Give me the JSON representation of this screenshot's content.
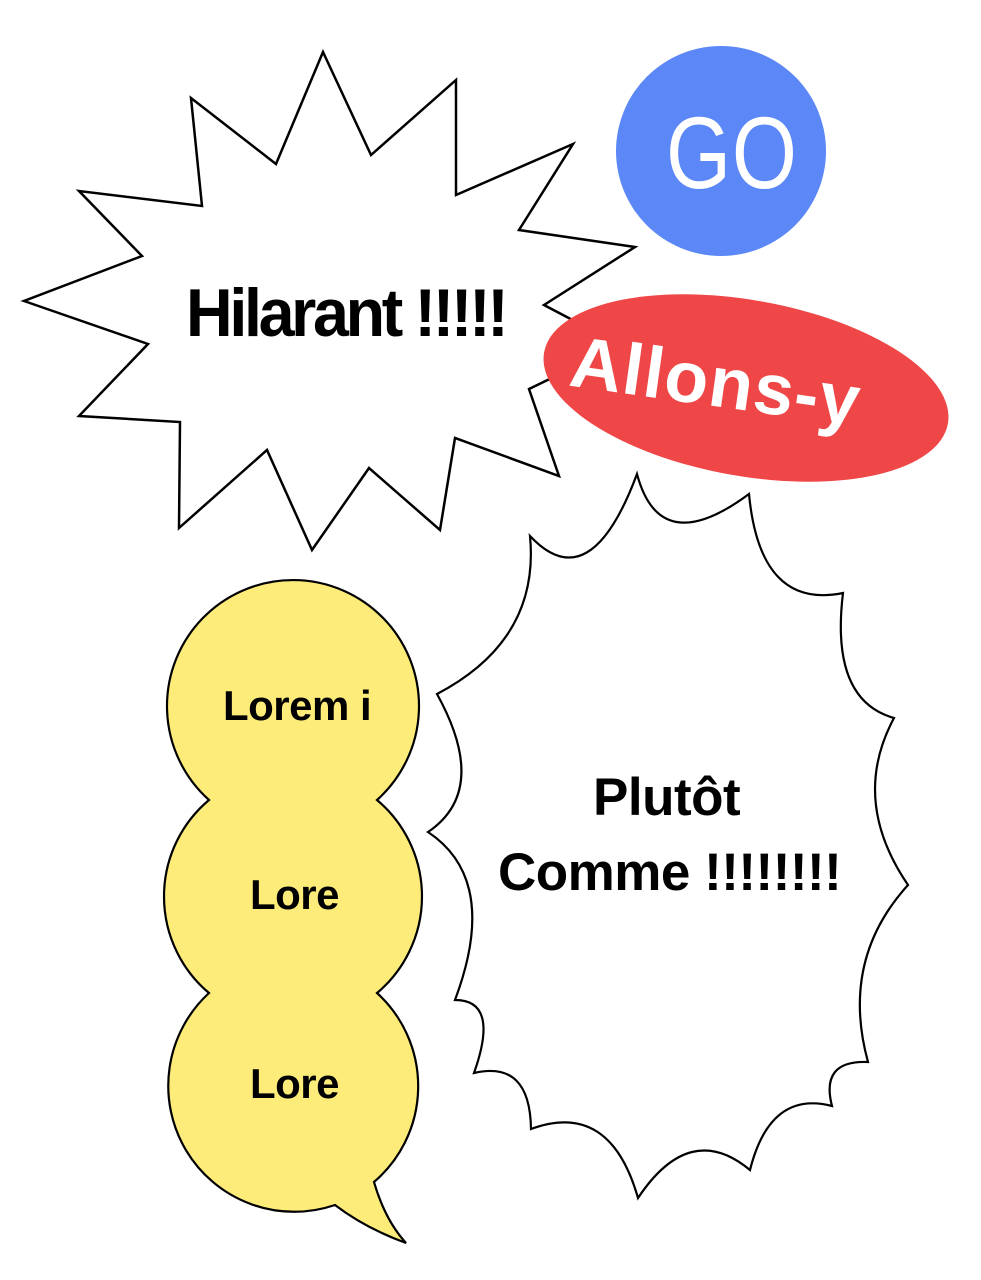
{
  "stickers": {
    "starburst": {
      "text": "Hilarant !!!!!",
      "fill": "#ffffff",
      "stroke": "#000000"
    },
    "go_circle": {
      "text": "GO",
      "fill": "#5b87f7",
      "text_color": "#ffffff"
    },
    "allons_ellipse": {
      "text": "Allons-y",
      "fill": "#ef4747",
      "text_color": "#ffffff"
    },
    "cloud": {
      "line1": "Plutôt",
      "line2": "Comme !!!!!!!!",
      "fill": "#ffffff",
      "stroke": "#000000"
    },
    "stacked_bubble": {
      "fill": "#fdec7a",
      "stroke": "#000000",
      "items": [
        {
          "text": "Lorem i"
        },
        {
          "text": "Lore"
        },
        {
          "text": "Lore"
        }
      ]
    }
  }
}
